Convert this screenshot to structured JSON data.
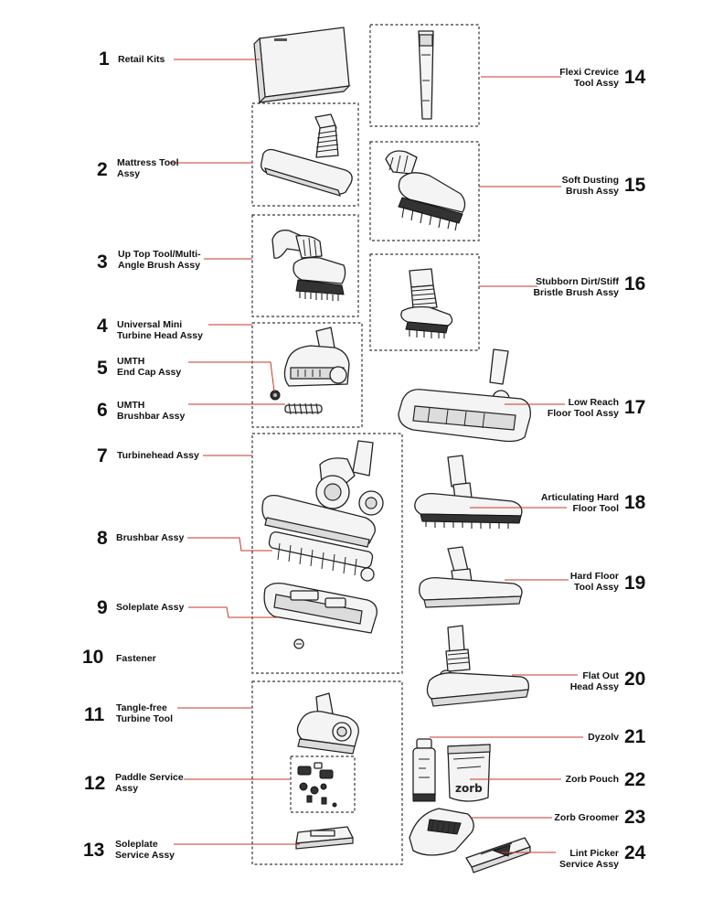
{
  "parts": [
    {
      "number": "1",
      "label": "Retail Kits"
    },
    {
      "number": "2",
      "label": "Mattress Tool\nAssy"
    },
    {
      "number": "3",
      "label": "Up Top Tool/Multi-\nAngle Brush Assy"
    },
    {
      "number": "4",
      "label": "Universal Mini\nTurbine Head Assy"
    },
    {
      "number": "5",
      "label": "UMTH\nEnd Cap Assy"
    },
    {
      "number": "6",
      "label": "UMTH\nBrushbar Assy"
    },
    {
      "number": "7",
      "label": "Turbinehead Assy"
    },
    {
      "number": "8",
      "label": "Brushbar Assy"
    },
    {
      "number": "9",
      "label": "Soleplate Assy"
    },
    {
      "number": "10",
      "label": "Fastener"
    },
    {
      "number": "11",
      "label": "Tangle-free\nTurbine Tool"
    },
    {
      "number": "12",
      "label": "Paddle Service\nAssy"
    },
    {
      "number": "13",
      "label": "Soleplate\nService Assy"
    },
    {
      "number": "14",
      "label": "Flexi Crevice\nTool Assy"
    },
    {
      "number": "15",
      "label": "Soft Dusting\nBrush Assy"
    },
    {
      "number": "16",
      "label": "Stubborn Dirt/Stiff\nBristle Brush Assy"
    },
    {
      "number": "17",
      "label": "Low Reach\nFloor Tool Assy"
    },
    {
      "number": "18",
      "label": "Articulating Hard\nFloor Tool"
    },
    {
      "number": "19",
      "label": "Hard Floor\nTool Assy"
    },
    {
      "number": "20",
      "label": "Flat Out\nHead Assy"
    },
    {
      "number": "21",
      "label": "Dyzolv"
    },
    {
      "number": "22",
      "label": "Zorb Pouch"
    },
    {
      "number": "23",
      "label": "Zorb Groomer"
    },
    {
      "number": "24",
      "label": "Lint Picker\nService Assy"
    }
  ],
  "printed_marks": {
    "pouch_brand": "zorb"
  },
  "colors": {
    "leader_line": "#c0392b",
    "outline": "#222222",
    "text": "#111111"
  }
}
